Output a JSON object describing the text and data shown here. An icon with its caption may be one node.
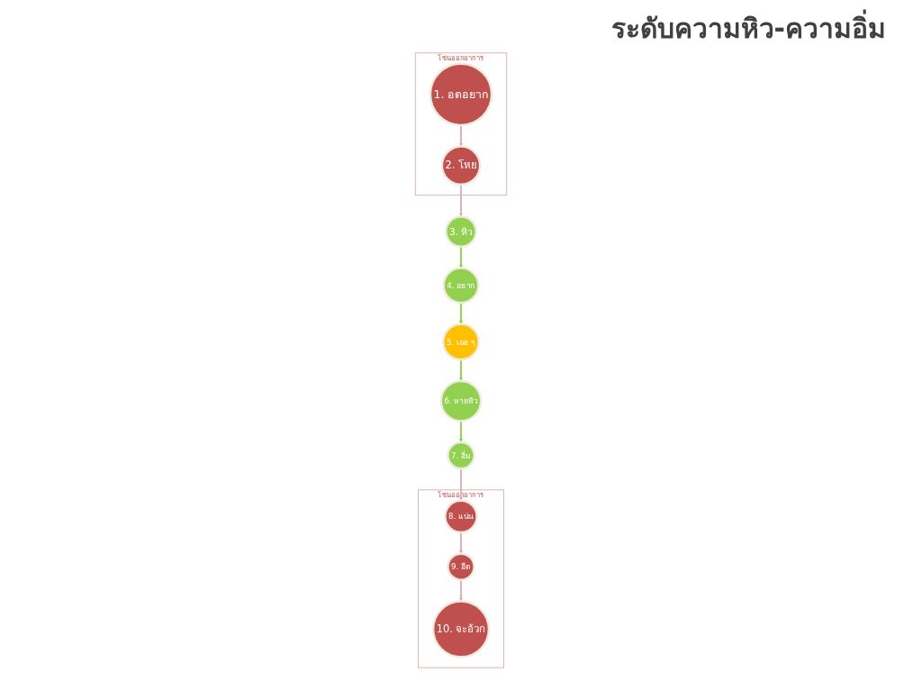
{
  "diagram": {
    "title": "ระดับความหิว-ความอิ่ม",
    "nodes": [
      {
        "text": [
          "โซนออกอาการ"
        ]
      },
      {
        "text": [
          "1. อดอยาก"
        ],
        "in": 0
      },
      {
        "text": [
          "2. โหย"
        ],
        "in": 0
      },
      {
        "text": [
          "3. หิว"
        ]
      },
      {
        "text": [
          "4. อยาก"
        ]
      },
      {
        "text": [
          "5. เฉย ๆ"
        ]
      },
      {
        "text": [
          "6. หายหิว"
        ]
      },
      {
        "text": [
          "7. อิ่ม"
        ]
      },
      {
        "text": [
          "โซนออกอาการ"
        ]
      },
      {
        "text": [
          "8. แน่น"
        ],
        "in": 8
      },
      {
        "text": [
          "9. อืด"
        ],
        "in": 8
      },
      {
        "text": [
          "10. จะอ้วก"
        ],
        "in": 8
      }
    ],
    "edges": [
      {
        "from": 1,
        "to": 2,
        "arrow": "to"
      },
      {
        "from": 2,
        "to": 3,
        "arrow": "to"
      },
      {
        "from": 3,
        "to": 4,
        "arrow": "to",
        "color": "#92d050"
      },
      {
        "from": 4,
        "to": 5,
        "arrow": "to",
        "color": "#92d050"
      },
      {
        "from": 5,
        "to": 6,
        "arrow": "to",
        "color": "#92d050"
      },
      {
        "from": 6,
        "to": 7,
        "arrow": "to",
        "color": "#92d050"
      },
      {
        "from": 7,
        "to": 9,
        "arrow": "to"
      },
      {
        "from": 9,
        "to": 10,
        "arrow": "to"
      },
      {
        "from": 10,
        "to": 11,
        "arrow": "to"
      }
    ]
  }
}
